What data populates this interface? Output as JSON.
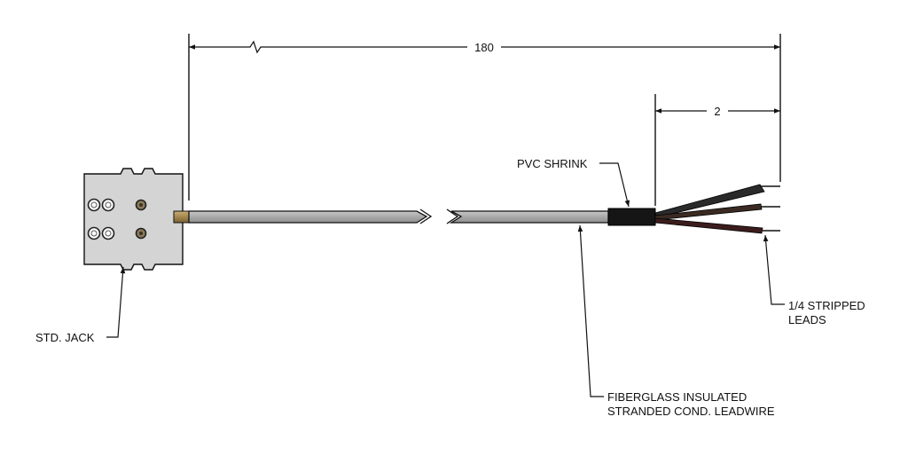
{
  "dimensions": {
    "overall_length": "180",
    "strip_length": "2"
  },
  "labels": {
    "std_jack": "STD. JACK",
    "pvc_shrink": "PVC SHRINK",
    "stripped_leads_line1": "1/4 STRIPPED",
    "stripped_leads_line2": "LEADS",
    "leadwire_line1": "FIBERGLASS INSULATED",
    "leadwire_line2": "STRANDED COND. LEADWIRE"
  },
  "colors": {
    "jack_body": "#d4d4d4",
    "cable_jacket": "#a9a9a9",
    "shrink": "#151515",
    "brass_ferrule": "#a4874c",
    "line": "#111111"
  }
}
